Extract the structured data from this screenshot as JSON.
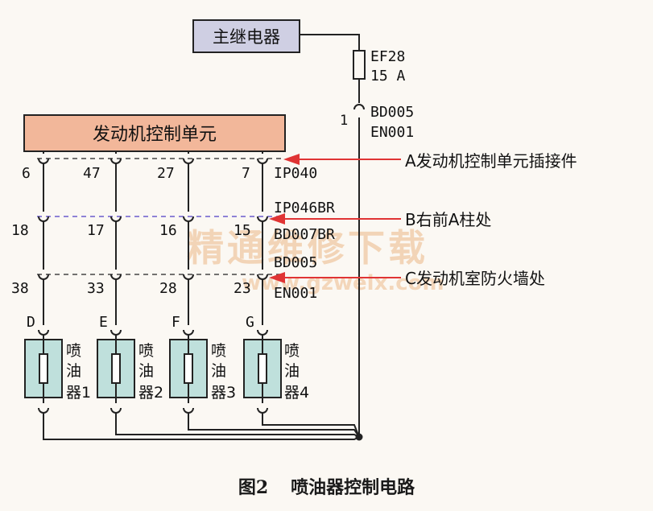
{
  "diagram": {
    "main_relay": "主继电器",
    "fuse": {
      "name": "EF28",
      "rating": "15 A"
    },
    "top_connector": {
      "pin": "1",
      "line1": "BD005",
      "line2": "EN001"
    },
    "ecu": "发动机控制单元",
    "row_a": {
      "pins": [
        "6",
        "47",
        "27",
        "7"
      ],
      "label": "IP040"
    },
    "row_b": {
      "pins": [
        "18",
        "17",
        "16",
        "15"
      ],
      "label1": "IP046BR",
      "label2": "BD007BR"
    },
    "row_c": {
      "pins": [
        "38",
        "33",
        "28",
        "23"
      ],
      "label1": "BD005",
      "label2": "EN001"
    },
    "injector_pins": [
      "D",
      "E",
      "F",
      "G"
    ],
    "injectors": [
      {
        "l1": "喷",
        "l2": "油",
        "l3": "器1"
      },
      {
        "l1": "喷",
        "l2": "油",
        "l3": "器2"
      },
      {
        "l1": "喷",
        "l2": "油",
        "l3": "器3"
      },
      {
        "l1": "喷",
        "l2": "油",
        "l3": "器4"
      }
    ],
    "callouts": {
      "a": "A发动机控制单元插接件",
      "b": "B右前A柱处",
      "c": "C发动机室防火墙处"
    },
    "watermark": {
      "cn": "精通维修下载",
      "url": "www.gzweix.com"
    }
  },
  "caption": {
    "number": "图2",
    "title": "喷油器控制电路"
  },
  "colors": {
    "relay_fill": "#cfcfe3",
    "ecu_fill": "#f2b79a",
    "injector_fill": "#bfe0dc",
    "arrow": "#e03434",
    "wire": "#222222"
  }
}
